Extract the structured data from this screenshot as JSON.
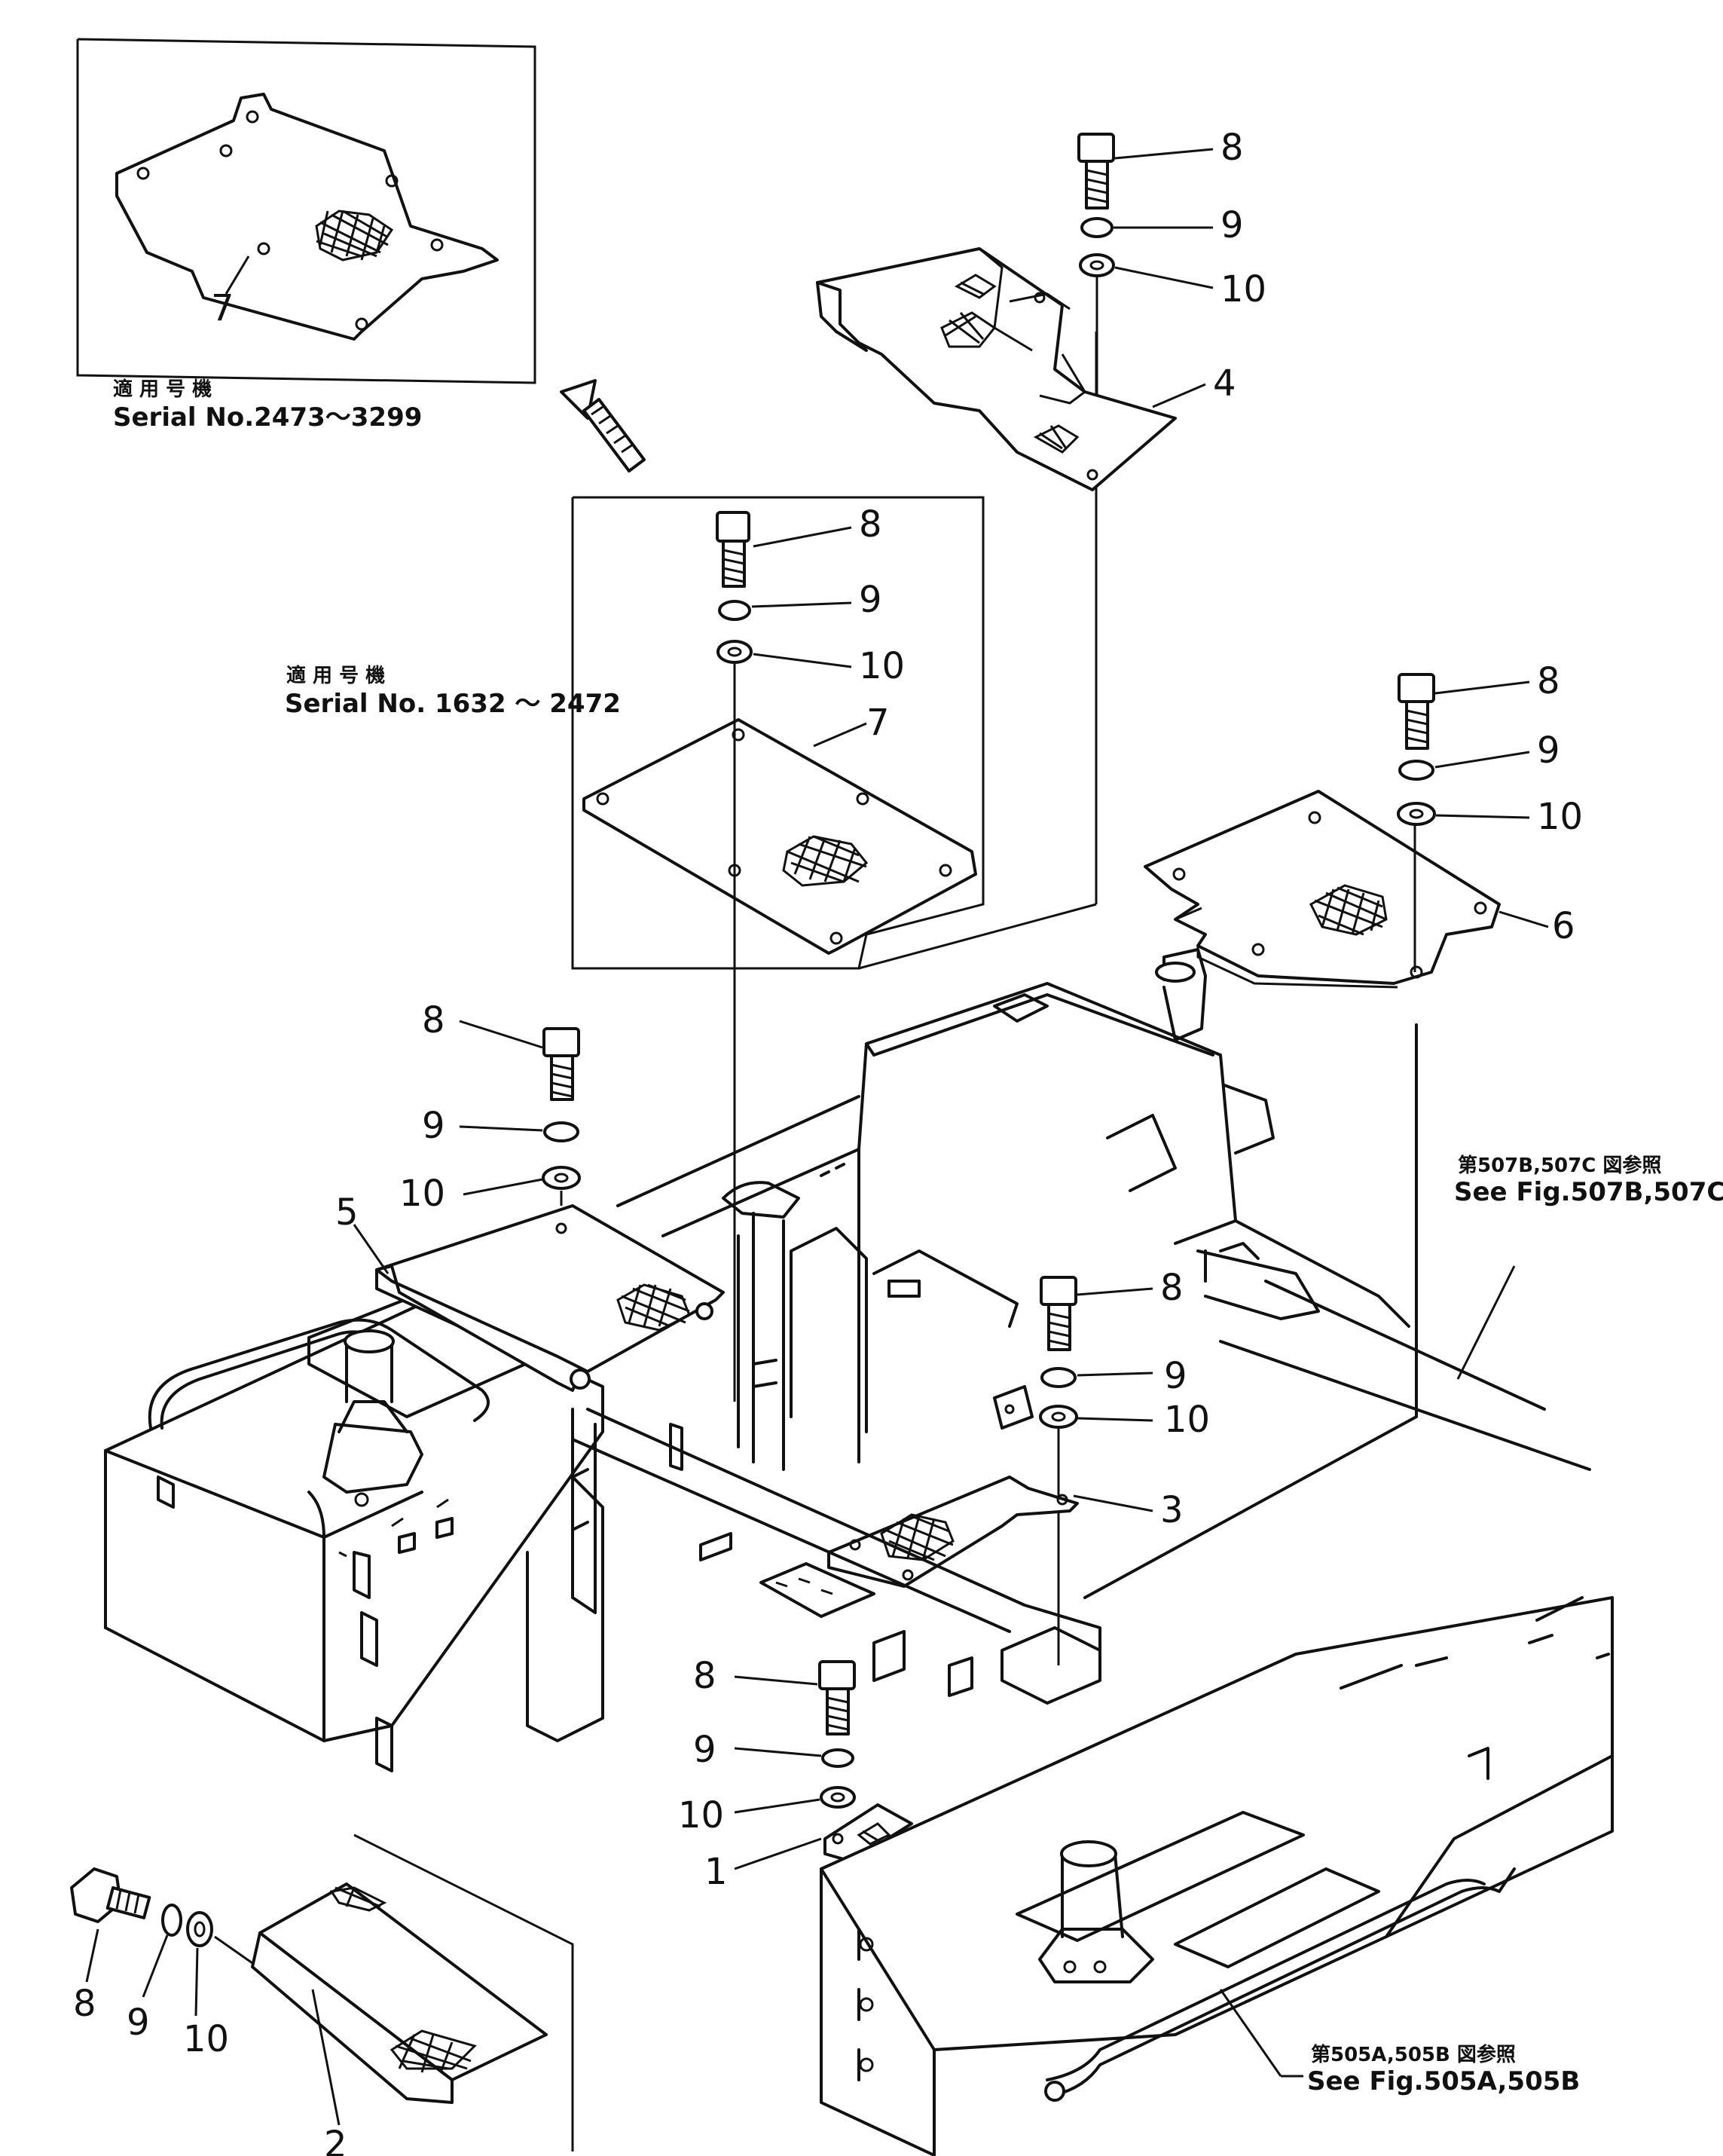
{
  "callouts": {
    "p1": "1",
    "p2": "2",
    "p3": "3",
    "p4": "4",
    "p5": "5",
    "p6": "6",
    "p7": "7",
    "p8": "8",
    "p9": "9",
    "p10": "10"
  },
  "notes": {
    "serial_top_jp": "適 用 号 機",
    "serial_top": "Serial  No.2473～3299",
    "serial_mid_jp": "適 用 号 機",
    "serial_mid": "Serial  No. 1632 ～ 2472",
    "see_507_jp": "第507B,507C 図参照",
    "see_507": "See  Fig.507B,507C",
    "see_505_jp": "第505A,505B 図参照",
    "see_505": "See  Fig.505A,505B"
  }
}
